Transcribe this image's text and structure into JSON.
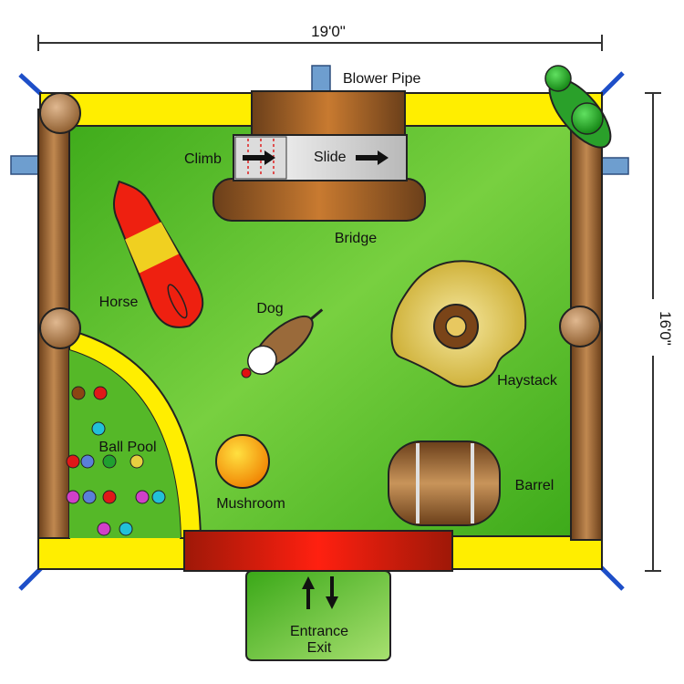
{
  "dimensions": {
    "width": "19'0\"",
    "length": "16'0\""
  },
  "labels": {
    "blower_pipe": "Blower Pipe",
    "climb": "Climb",
    "slide": "Slide",
    "bridge": "Bridge",
    "horse": "Horse",
    "dog": "Dog",
    "haystack": "Haystack",
    "ball_pool": "Ball Pool",
    "mushroom": "Mushroom",
    "barrel": "Barrel",
    "entrance": "Entrance",
    "exit": "Exit"
  },
  "colors": {
    "floor": "#5cc02c",
    "wall": "#ffee00",
    "post": "#8b5a2b",
    "entrance_ramp": "#c81e0a",
    "anchor": "#1e4fc8",
    "blower": "#6e9ecf"
  },
  "balls": [
    {
      "color": "#8b4513"
    },
    {
      "color": "#e01818"
    },
    {
      "color": "#22c0d8"
    },
    {
      "color": "#e01818"
    },
    {
      "color": "#5a7fd8"
    },
    {
      "color": "#20a030"
    },
    {
      "color": "#e6d040"
    },
    {
      "color": "#d040c8"
    },
    {
      "color": "#5a7fd8"
    },
    {
      "color": "#e01818"
    },
    {
      "color": "#d040c8"
    },
    {
      "color": "#22c0d8"
    },
    {
      "color": "#d040c8"
    },
    {
      "color": "#22c0d8"
    }
  ]
}
